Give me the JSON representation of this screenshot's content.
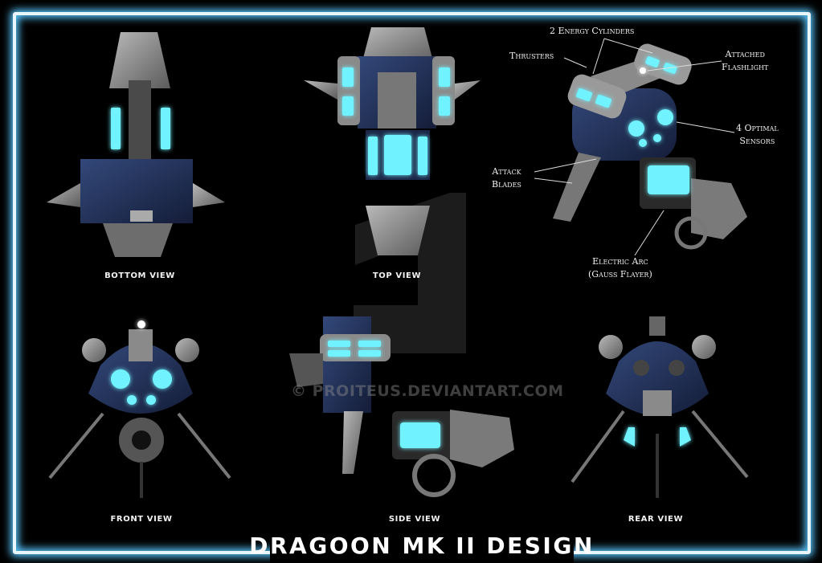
{
  "title": "DRAGOON MK II DESIGN",
  "watermark": "© PROITEUS.DEVIANTART.COM",
  "views": {
    "bottom": "bottom view",
    "top": "top view",
    "front": "front view",
    "side": "side view",
    "rear": "rear view"
  },
  "callouts": {
    "energy_cylinders": "2 Energy Cylinders",
    "thrusters": "Thrusters",
    "flashlight_1": "Attached",
    "flashlight_2": "Flashlight",
    "sensors_1": "4 Optimal",
    "sensors_2": "Sensors",
    "blades_1": "Attack",
    "blades_2": "Blades",
    "arc_1": "Electric Arc",
    "arc_2": "(Gauss Flayer)"
  },
  "colors": {
    "glow": "#59c7ff",
    "cyan": "#6ff3ff",
    "hull_blue": "#1f2f55",
    "hull_grey": "#8a8a8a",
    "frame": "#e8f6ff"
  }
}
